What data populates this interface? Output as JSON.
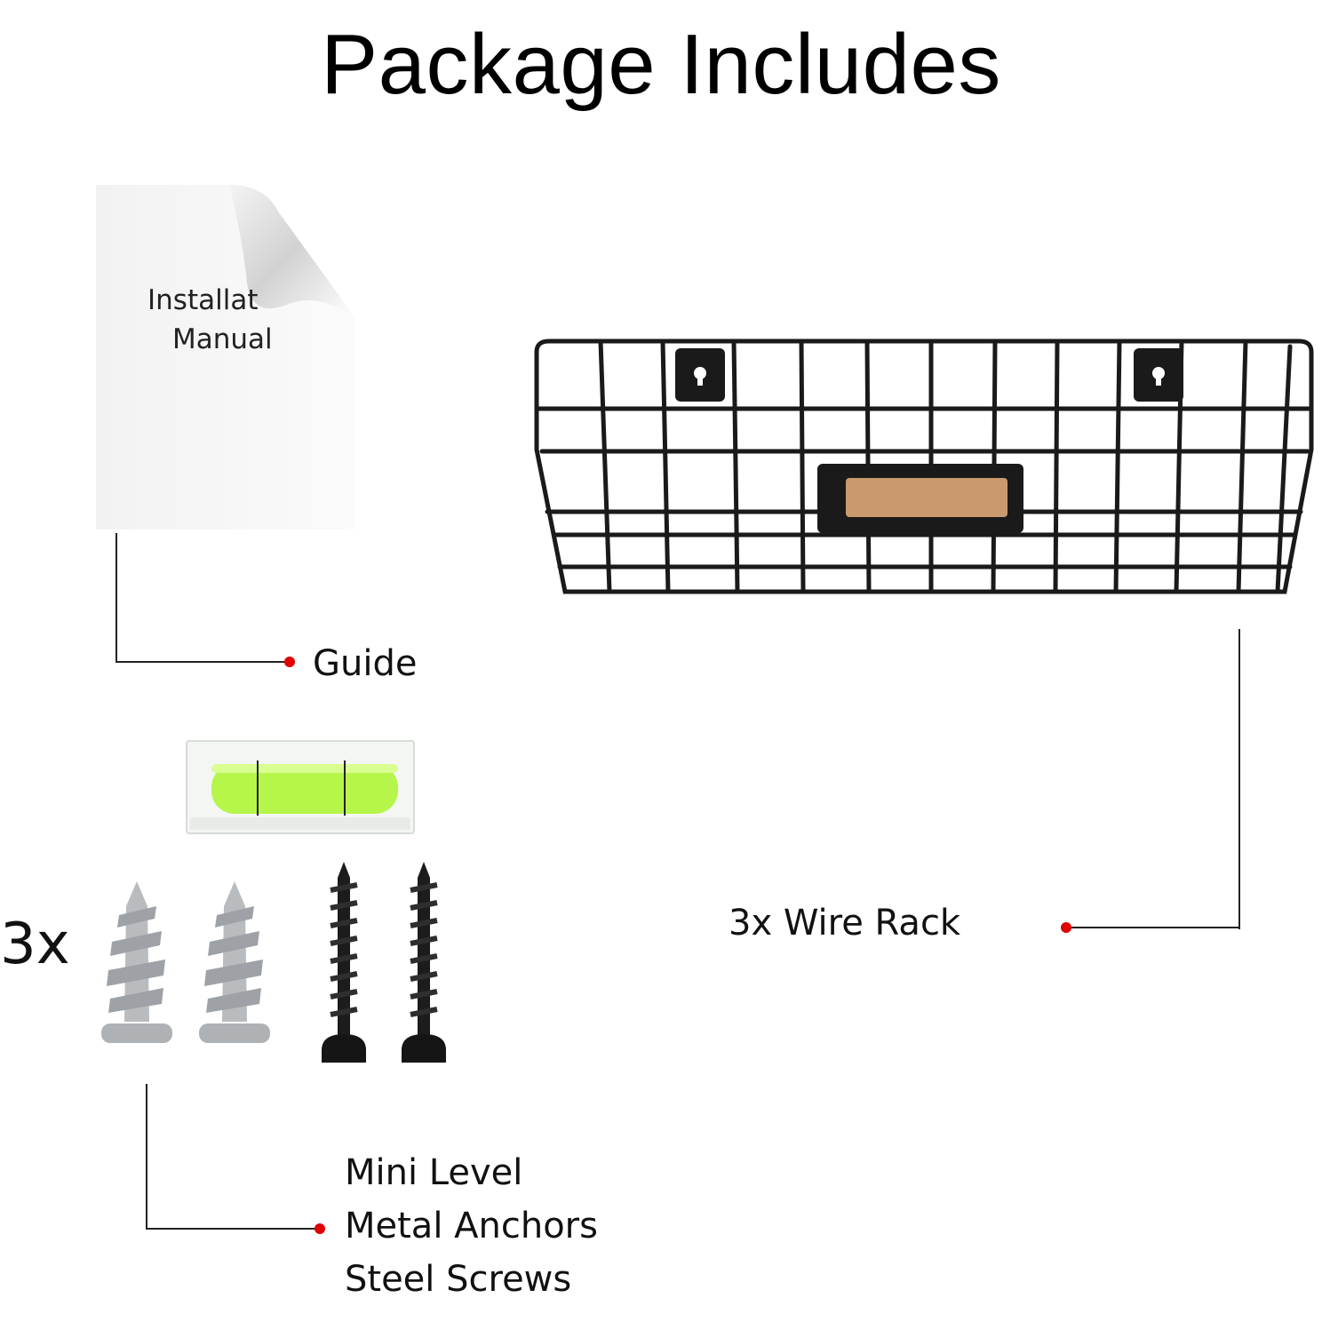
{
  "title": "Package Includes",
  "manual": {
    "line1": "Installat",
    "line2": "Manual"
  },
  "labels": {
    "guide": "Guide",
    "rack": "3x Wire Rack",
    "hardware": [
      "Mini Level",
      "Metal Anchors",
      "Steel Screws"
    ]
  },
  "quantity": "3x",
  "colors": {
    "dot": "#e00000",
    "line": "#222222",
    "level_fluid": "#b6f54a",
    "label_cork": "#c99a6e"
  }
}
